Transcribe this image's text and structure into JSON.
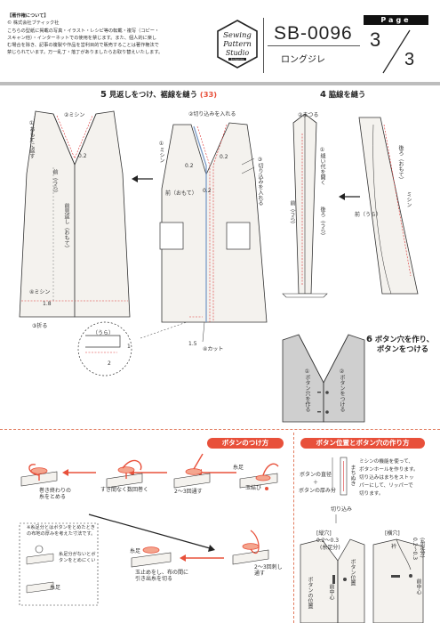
{
  "copyright": {
    "lines": [
      "【著作権について】",
      "© 株式会社ブティック社",
      "こちらの型紙に掲載の写真・イラスト・レシピ等の転載・複写（コピー・",
      "スキャン他）・インターネットでの使用を禁じます。また、個人的に楽し",
      "む場合を除き、記事の複製や作品を営利目的で販売することは著作権法で",
      "禁じられています。万一乱丁・落丁がありましたらお取り替えいたします。"
    ]
  },
  "logo": {
    "line1": "Sewing",
    "line2": "Pattern",
    "line3": "Studio",
    "small": "Boutique-sha"
  },
  "header": {
    "code": "SB-0096",
    "subtitle": "ロングジレ",
    "page_label": "Page",
    "page_current": "3",
    "page_total": "3"
  },
  "step5": {
    "num": "5",
    "title": "見返しをつけ、裾線を縫う",
    "ref": "(33)",
    "labels": {
      "omote_fold": "①おもてに返す",
      "mishin2": "②ミシン",
      "front_ura": "前（うら）",
      "mikaeshi": "前見返し（おもて）",
      "mishin4": "④ミシン",
      "fold3": "③折る",
      "d02a": "0.2",
      "d02b": "0.2",
      "d18": "1.8",
      "kiri_ire": "②切り込みを入れる",
      "mishin1": "①ミシン",
      "d02c": "0.2",
      "d02d": "0.2",
      "kiri3": "③切り込みを入れる",
      "front_omote": "前（おもて）",
      "cut4": "④カット",
      "d15": "1.5",
      "detail_ura": "（うら）",
      "detail_2": "2",
      "detail_1": "1"
    }
  },
  "step4": {
    "num": "4",
    "title": "脇線を縫う",
    "labels": {
      "matsuru": "②まつる",
      "seam_open": "①縫い代を開く",
      "back_ura": "後ろ（うら）",
      "front_ura": "前（うら）",
      "back_omote": "後ろ（おもて）",
      "mishin": "ミシン",
      "front_ura2": "前（うら）"
    }
  },
  "step6": {
    "num": "6",
    "title_line1": "ボタン穴を作り、",
    "title_line2": "ボタンをつける",
    "labels": {
      "left": "①ボタン穴を作る",
      "right": "②ボタンをつける"
    }
  },
  "button_attach": {
    "title": "ボタンのつけ方",
    "labels": {
      "tamamusubi": "玉結び",
      "itoashi": "糸足",
      "through": "2〜3回通す",
      "wind": "すき間なく数回巻く",
      "stop": "巻き終わりの糸をとめる",
      "note": "※糸足分とはボタンをとめたときの布地の厚みを考えた寸法です。",
      "no_ashi": "糸足分がないとボタンをとめにくい",
      "ashi": "糸足",
      "tamadome": "玉止めをし、布の間に引き出糸を切る",
      "stitch": "2〜3回刺し通す",
      "ito": "糸足"
    }
  },
  "button_pos": {
    "title": "ボタン位置とボタン穴の作り方",
    "labels": {
      "diameter": "ボタンの直径",
      "plus": "＋",
      "thickness": "ボタンの厚み分",
      "machine": "まちぬき",
      "kirikomi": "切り込み",
      "note1": "ミシンの機能を使って、",
      "note2": "ボタンホールを作ります。",
      "note3": "切り込みはまちをストッ",
      "note4": "パーにして、リッパーで",
      "note5": "切ります。",
      "tate": "[縦穴]",
      "yoko": "[横穴]",
      "d0203": "0.2〜0.3",
      "ashi_note": "(糸足分)",
      "eri": "衿",
      "d0203b": "0.2〜0.3",
      "ashi_note2": "(糸足分)",
      "btn_pos": "ボタン位置",
      "center": "前中心",
      "btn_pos2": "ボタンの位置",
      "center2": "前中心"
    }
  }
}
